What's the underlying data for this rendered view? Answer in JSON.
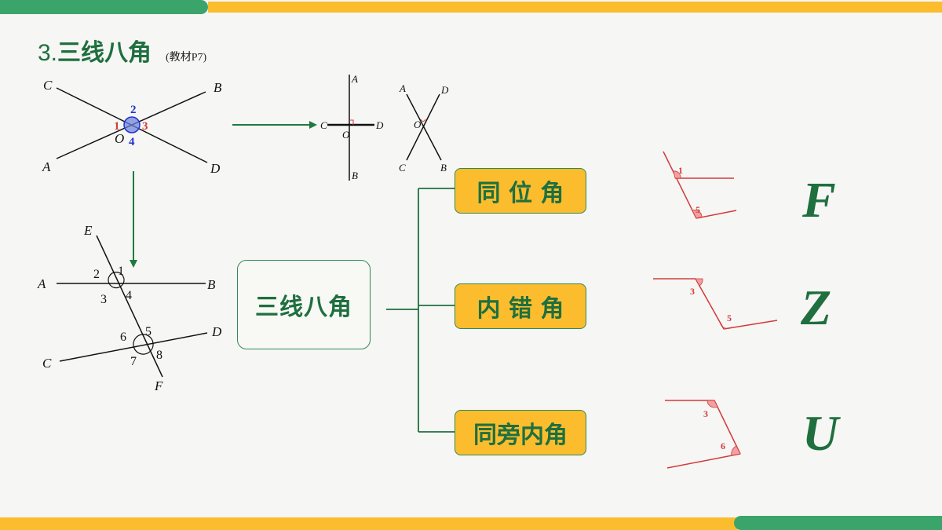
{
  "header": {
    "number": "3.",
    "title": "三线八角",
    "subtitle": "(教材P7)"
  },
  "diagram1": {
    "labels": {
      "C": "C",
      "B": "B",
      "A": "A",
      "D": "D",
      "O": "O"
    },
    "angles": {
      "a1": "1",
      "a2": "2",
      "a3": "3",
      "a4": "4"
    }
  },
  "diagram2": {
    "labels": {
      "A": "A",
      "B": "B",
      "C": "C",
      "D": "D",
      "O": "O"
    }
  },
  "diagram3": {
    "labels": {
      "A": "A",
      "D": "D",
      "O": "O",
      "C": "C",
      "B": "B"
    }
  },
  "diagram4": {
    "labels": {
      "E": "E",
      "A": "A",
      "B": "B",
      "C": "C",
      "D": "D",
      "F": "F"
    },
    "angles": {
      "a1": "1",
      "a2": "2",
      "a3": "3",
      "a4": "4",
      "a5": "5",
      "a6": "6",
      "a7": "7",
      "a8": "8"
    }
  },
  "center": {
    "label": "三线八角"
  },
  "categories": [
    {
      "label": "同 位 角",
      "letter": "F",
      "angle_a": "1",
      "angle_b": "5"
    },
    {
      "label": "内 错 角",
      "letter": "Z",
      "angle_a": "3",
      "angle_b": "5"
    },
    {
      "label": "同旁内角",
      "letter": "U",
      "angle_a": "3",
      "angle_b": "6"
    }
  ],
  "colors": {
    "green_dark": "#1f6f3f",
    "green_bar": "#3ba46a",
    "yellow": "#fbbd2e",
    "red": "#d23b3b",
    "blue": "#2233cc"
  }
}
